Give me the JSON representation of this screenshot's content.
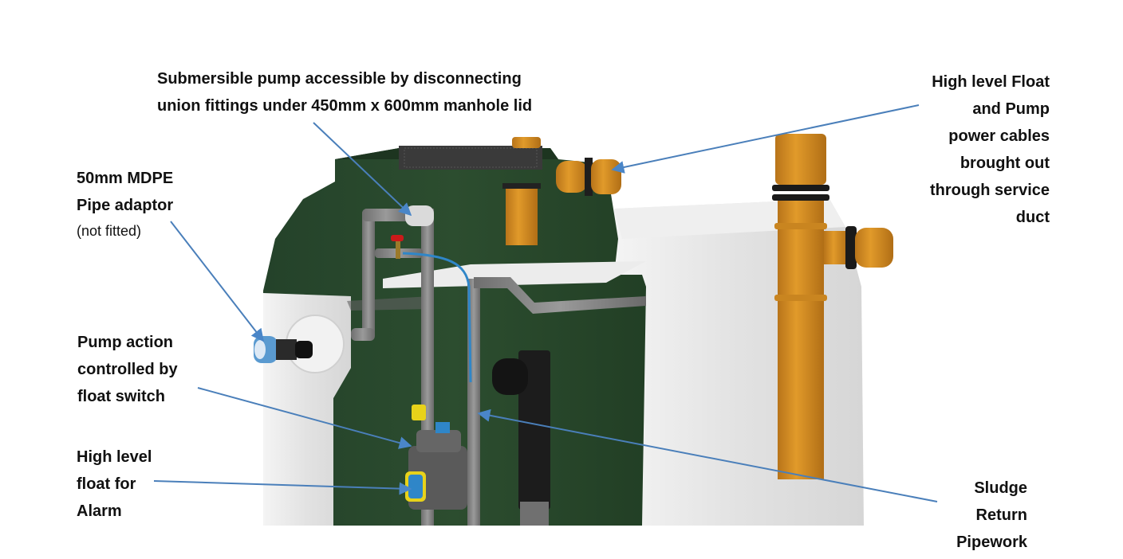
{
  "diagram": {
    "subject": "Package pump station tank cutaway",
    "colors": {
      "tank_green": "#2a4a2c",
      "tank_green_dark": "#203a22",
      "tank_white": "#e4e4e4",
      "pipe_orange": "#d08a1e",
      "pipe_grey": "#8a8a8a",
      "callout_blue": "#4a7fba",
      "float_yellow": "#e8d21a",
      "float_blue": "#2f86c8",
      "valve_red": "#cc1a1a"
    }
  },
  "callouts": {
    "pump_access": {
      "lines": [
        "Submersible pump accessible by disconnecting",
        "union fittings under 450mm x 600mm manhole lid"
      ]
    },
    "cables": {
      "lines": [
        "High level Float",
        "and Pump",
        "power cables",
        "brought out",
        "through service",
        "duct"
      ]
    },
    "mdpe": {
      "lines": [
        "50mm MDPE",
        "Pipe adaptor"
      ],
      "note": "(not fitted)"
    },
    "pump_action": {
      "lines": [
        "Pump action",
        "controlled by",
        "float switch"
      ]
    },
    "alarm_float": {
      "lines": [
        "High level",
        "float for",
        "Alarm"
      ]
    },
    "sludge": {
      "lines": [
        "Sludge",
        "Return",
        "Pipework"
      ]
    }
  }
}
